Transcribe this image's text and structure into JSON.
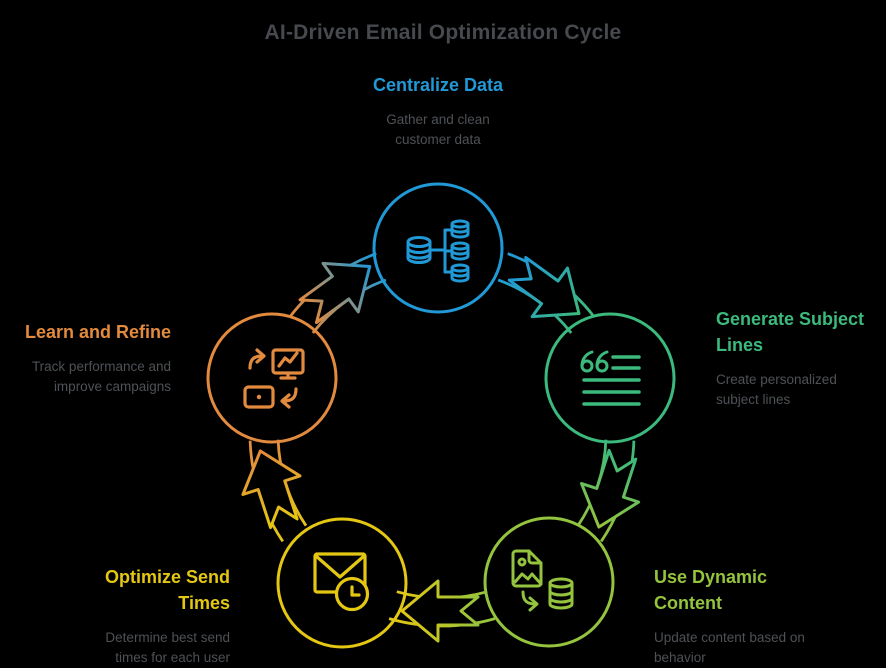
{
  "title": "AI-Driven Email Optimization Cycle",
  "colors": {
    "background": "#000000",
    "title_text": "#46494e",
    "desc_text": "#4e5256"
  },
  "nodes": [
    {
      "id": "centralize-data",
      "icon": "database-tree-icon",
      "color": "#2199d6",
      "label_lines": [
        "Centralize Data"
      ],
      "desc_lines": [
        "Gather and clean",
        "customer data"
      ]
    },
    {
      "id": "generate-subject-lines",
      "icon": "quote-text-lines-icon",
      "color": "#3cba7d",
      "label_lines": [
        "Generate Subject",
        "Lines"
      ],
      "desc_lines": [
        "Create personalized",
        "subject lines"
      ]
    },
    {
      "id": "use-dynamic-content",
      "icon": "image-to-database-icon",
      "color": "#94c33e",
      "label_lines": [
        "Use Dynamic",
        "Content"
      ],
      "desc_lines": [
        "Update content based on",
        "behavior"
      ]
    },
    {
      "id": "optimize-send-times",
      "icon": "mail-clock-icon",
      "color": "#e4c713",
      "label_lines": [
        "Optimize Send",
        "Times"
      ],
      "desc_lines": [
        "Determine best send",
        "times for each user"
      ]
    },
    {
      "id": "learn-and-refine",
      "icon": "monitor-sync-icon",
      "color": "#e28a3e",
      "label_lines": [
        "Learn and Refine"
      ],
      "desc_lines": [
        "Track performance and",
        "improve campaigns"
      ]
    }
  ]
}
